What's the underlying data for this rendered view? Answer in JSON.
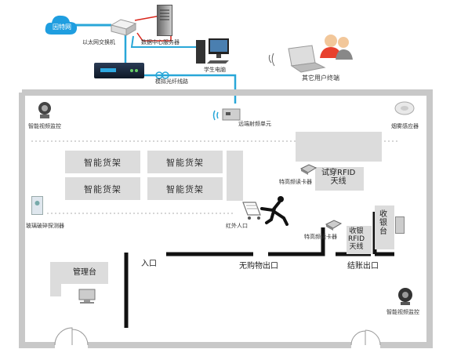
{
  "network": {
    "internet": "因特网",
    "ethernet_switch": "以太网交换机",
    "data_center_server": "数据中心服务器",
    "student_pc": "学生电脑",
    "optical_line": "模拟光纤线路",
    "other_terminals": "其它用户终端"
  },
  "store": {
    "remote_unit": "远端射频单元",
    "video_monitor_top": "智能视频监控",
    "smoke_sensor": "烟雾感应器",
    "glass_break_detector": "玻璃破碎探测器",
    "shelves": [
      "智能货架",
      "智能货架",
      "智能货架",
      "智能货架"
    ],
    "fitting_room_antenna": [
      "试穿RFID",
      "天线"
    ],
    "uhf_reader_1": "特高频读卡器",
    "uhf_reader_2": "特高频读卡器",
    "infrared": "红外人口",
    "checkout_counter": [
      "收",
      "银",
      "台"
    ],
    "checkout_antenna": [
      "收银",
      "RFID",
      "天线"
    ],
    "management_desk": "管理台",
    "entrance": "入口",
    "no_purchase_exit": "无购物出口",
    "checkout_exit": "结账出口",
    "video_monitor_bottom": "智能视频监控"
  },
  "colors": {
    "link_blue": "#29a7d8",
    "link_red": "#d9261c",
    "cloud": "#1f9ee0",
    "wall": "#c8c8c8"
  }
}
